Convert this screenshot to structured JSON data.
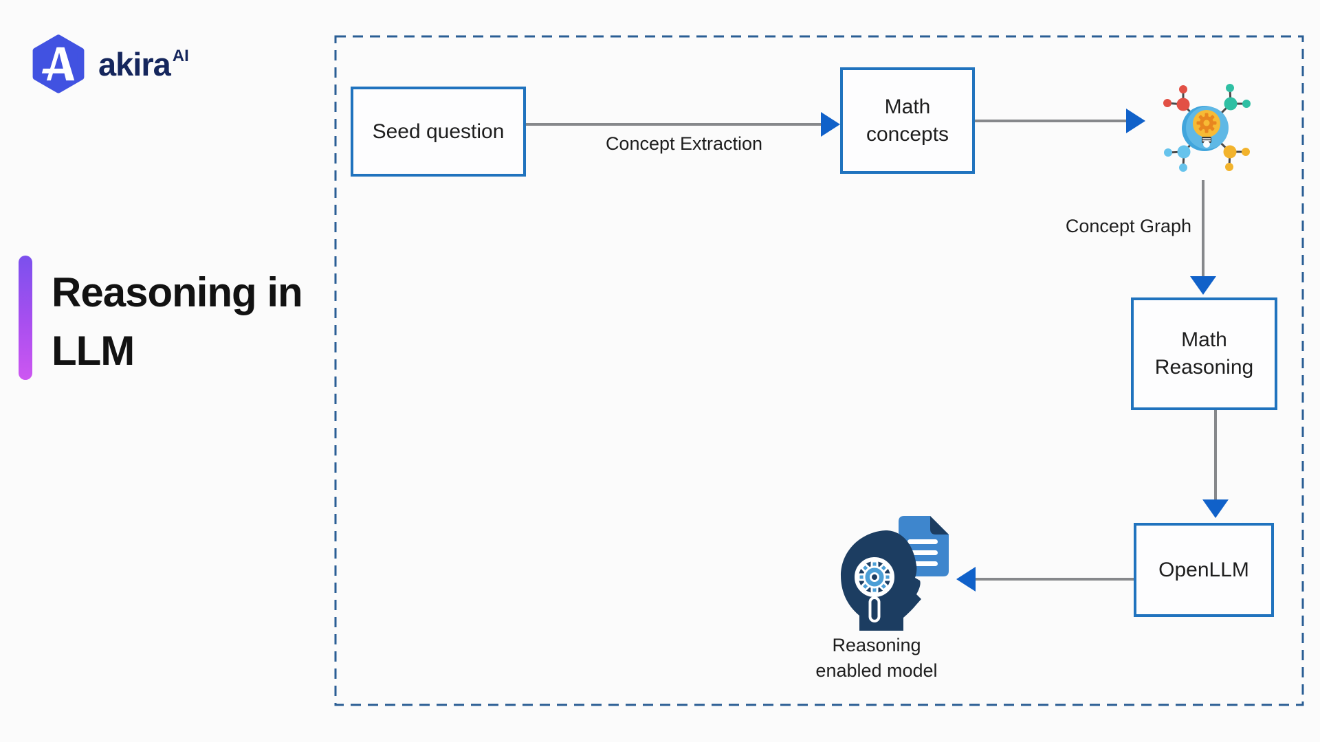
{
  "page": {
    "background": "#fbfbfb"
  },
  "logo": {
    "brand": "akira",
    "superscript": "AI",
    "hexagon_color": "#4152e1",
    "text_color": "#15265c"
  },
  "title": {
    "line1": "Reasoning in",
    "line2": "LLM",
    "accent_bar_top_color": "#7b50ed",
    "accent_bar_bottom_color": "#cd57f1"
  },
  "diagram": {
    "frame_color": "#2a5e94",
    "node_border_color": "#2073be",
    "connector_color": "#86888b",
    "arrowhead_color": "#1061c9",
    "nodes": {
      "seed_question": {
        "label": "Seed question"
      },
      "math_concepts": {
        "label": "Math concepts"
      },
      "math_reasoning": {
        "label": "Math Reasoning"
      },
      "open_llm": {
        "label": "OpenLLM"
      }
    },
    "edge_labels": {
      "concept_extraction": "Concept Extraction",
      "concept_graph": "Concept Graph"
    },
    "icons": {
      "concept_graph_icon": "network-molecules-lightbulb-gear",
      "reasoning_model_icon": "head-profile-magnifier-gear-document"
    },
    "caption": {
      "line1": "Reasoning",
      "line2": "enabled model"
    }
  }
}
